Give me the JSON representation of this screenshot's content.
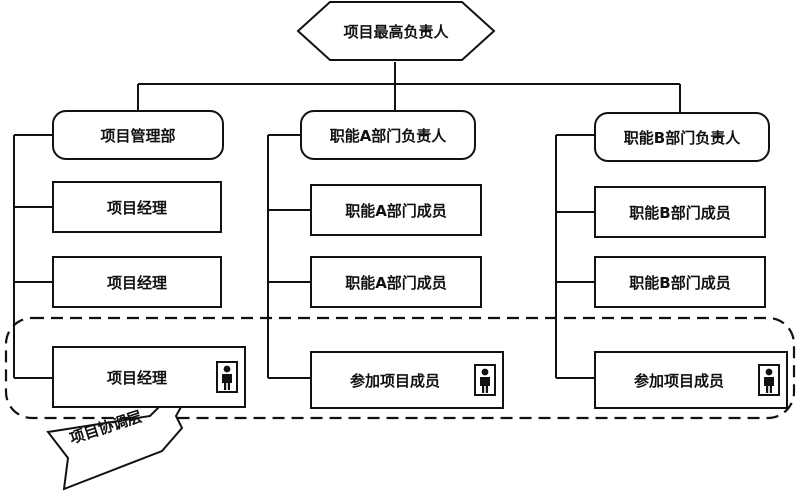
{
  "top": {
    "label": "项目最高负责人"
  },
  "columns": [
    {
      "head": "项目管理部",
      "items": [
        {
          "label": "项目经理",
          "person": false
        },
        {
          "label": "项目经理",
          "person": false
        },
        {
          "label": "项目经理",
          "person": true
        }
      ]
    },
    {
      "head": "职能A部门负责人",
      "items": [
        {
          "label": "职能A部门成员",
          "person": false
        },
        {
          "label": "职能A部门成员",
          "person": false
        },
        {
          "label": "参加项目成员",
          "person": true
        }
      ]
    },
    {
      "head": "职能B部门负责人",
      "items": [
        {
          "label": "职能B部门成员",
          "person": false
        },
        {
          "label": "职能B部门成员",
          "person": false
        },
        {
          "label": "参加项目成员",
          "person": true
        }
      ]
    }
  ],
  "layer": {
    "label": "项目协调层"
  },
  "icons": {
    "person": "person-icon"
  }
}
